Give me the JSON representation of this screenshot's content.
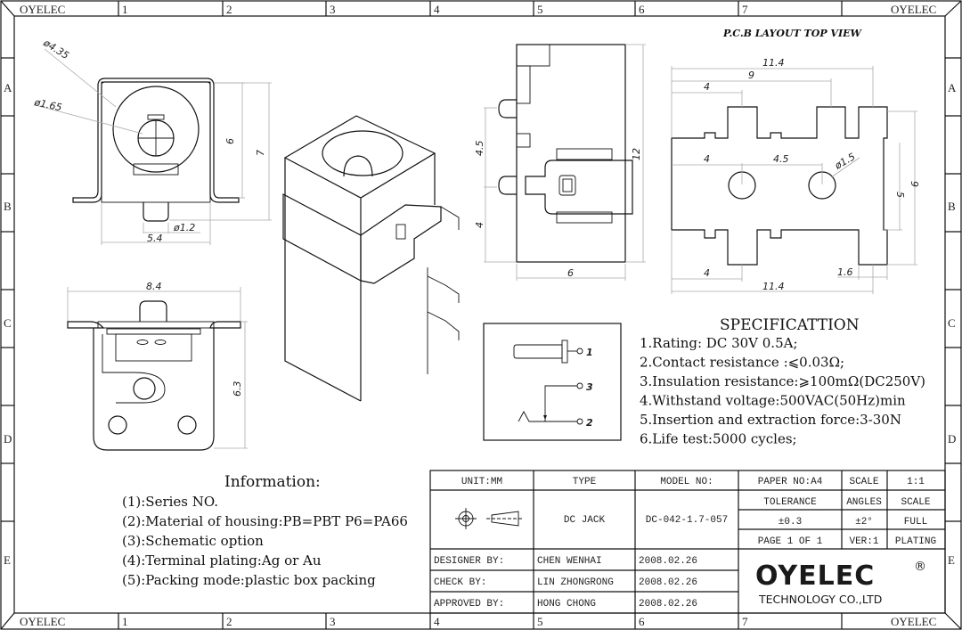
{
  "frame": {
    "corner_label": "OYELEC",
    "columns": [
      "1",
      "2",
      "3",
      "4",
      "5",
      "6",
      "7"
    ],
    "rows": [
      "A",
      "B",
      "C",
      "D",
      "E"
    ]
  },
  "views": {
    "front": {
      "dims": {
        "outer_dia": "ø4.35",
        "pin_dia": "ø1.65",
        "height_inner": "6",
        "height_outer": "7",
        "width": "5.4",
        "bottom_pin_dia": "ø1.2"
      }
    },
    "bottom": {
      "dims": {
        "width": "8.4",
        "height": "6.3"
      }
    },
    "side": {
      "dims": {
        "upper": "4.5",
        "lower": "4",
        "length": "12",
        "width": "6"
      }
    },
    "pcb_layout": {
      "title": "P.C.B LAYOUT   TOP VIEW",
      "dims": {
        "top_total": "11.4",
        "top_mid": "9",
        "top_left": "4",
        "hole_left": "4",
        "hole_spacing": "4.5",
        "hole_dia": "ø1.5",
        "right_inner": "5",
        "right_outer": "9",
        "bottom_left": "4",
        "bottom_pad": "1.6",
        "bottom_total": "11.4"
      }
    },
    "schematic": {
      "pins": [
        "1",
        "3",
        "2"
      ]
    }
  },
  "specification": {
    "title": "SPECIFICATTION",
    "items": [
      "1.Rating: DC 30V 0.5A;",
      "2.Contact resistance :⩽0.03Ω;",
      "3.Insulation resistance:⩾100mΩ(DC250V)",
      "4.Withstand voltage:500VAC(50Hz)min",
      "5.Insertion and extraction force:3-30N",
      "6.Life test:5000 cycles;"
    ]
  },
  "information": {
    "title": "Information:",
    "items": [
      "(1):Series NO.",
      "(2):Material of housing:PB=PBT P6=PA66",
      "(3):Schematic option",
      "(4):Terminal plating:Ag or Au",
      "(5):Packing mode:plastic box packing"
    ]
  },
  "title_block": {
    "unit": "UNIT:MM",
    "type_label": "TYPE",
    "type_value": "DC JACK",
    "model_label": "MODEL NO:",
    "model_value": "DC-042-1.7-057",
    "paper": "PAPER NO:A4",
    "scale_label": "SCALE",
    "scale_value": "1:1",
    "tolerance_label": "TOLERANCE",
    "angles_label": "ANGLES",
    "scale_label2": "SCALE",
    "tolerance_value": "±0.3",
    "angles_value": "±2°",
    "scale_value2": "FULL",
    "page": "PAGE 1 OF 1",
    "version": "VER:1",
    "plating": "PLATING",
    "signoffs": [
      {
        "role": "DESIGNER BY:",
        "name": "CHEN WENHAI",
        "date": "2008.02.26"
      },
      {
        "role": "CHECK BY:",
        "name": "LIN ZHONGRONG",
        "date": "2008.02.26"
      },
      {
        "role": "APPROVED BY:",
        "name": "HONG CHONG",
        "date": "2008.02.26"
      }
    ],
    "company_logo": "OYELEC",
    "registered": "®",
    "company_sub": "TECHNOLOGY CO.,LTD"
  }
}
